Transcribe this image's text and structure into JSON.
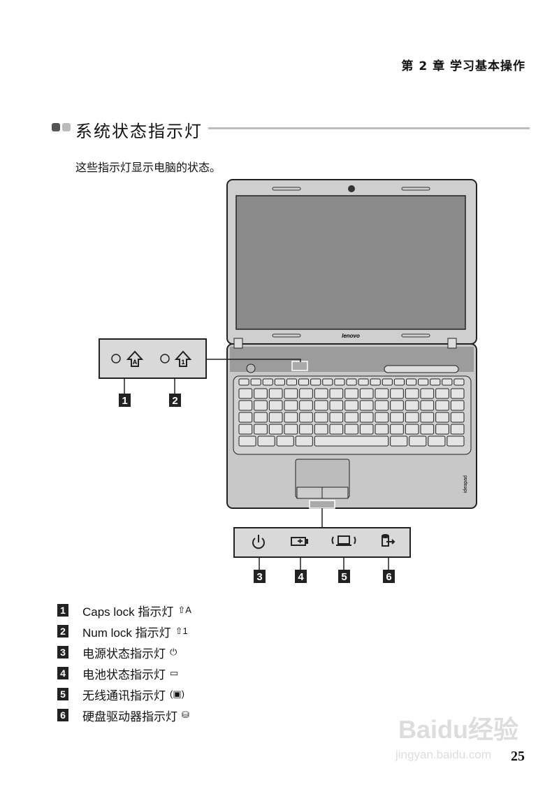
{
  "header": {
    "chapter": "第 2 章 学习基本操作"
  },
  "section": {
    "title": "系统状态指示灯",
    "intro": "这些指示灯显示电脑的状态。"
  },
  "figure": {
    "brand": "lenovo",
    "side_brand": "ideapad",
    "callouts": [
      "1",
      "2",
      "3",
      "4",
      "5",
      "6"
    ],
    "top_panel_icons": [
      "caps-lock-icon",
      "num-lock-icon"
    ],
    "front_panel_icons": [
      "power-icon",
      "battery-icon",
      "wireless-icon",
      "hdd-icon"
    ]
  },
  "items": [
    {
      "num": "1",
      "label": "Caps lock 指示灯",
      "icon": "caps-lock-icon",
      "glyph": "⇧A"
    },
    {
      "num": "2",
      "label": "Num lock 指示灯",
      "icon": "num-lock-icon",
      "glyph": "⇧1"
    },
    {
      "num": "3",
      "label": "电源状态指示灯",
      "icon": "power-icon",
      "glyph": "⏻"
    },
    {
      "num": "4",
      "label": "电池状态指示灯",
      "icon": "battery-icon",
      "glyph": "▭"
    },
    {
      "num": "5",
      "label": "无线通讯指示灯",
      "icon": "wireless-icon",
      "glyph": "(▣)"
    },
    {
      "num": "6",
      "label": "硬盘驱动器指示灯",
      "icon": "hdd-icon",
      "glyph": "⛁"
    }
  ],
  "page_number": "25",
  "watermark": {
    "logo": "Baidu经验",
    "url": "jingyan.baidu.com"
  },
  "colors": {
    "rule": "#bdbdbd",
    "panel": "#d9d9d9",
    "badge": "#222222"
  }
}
